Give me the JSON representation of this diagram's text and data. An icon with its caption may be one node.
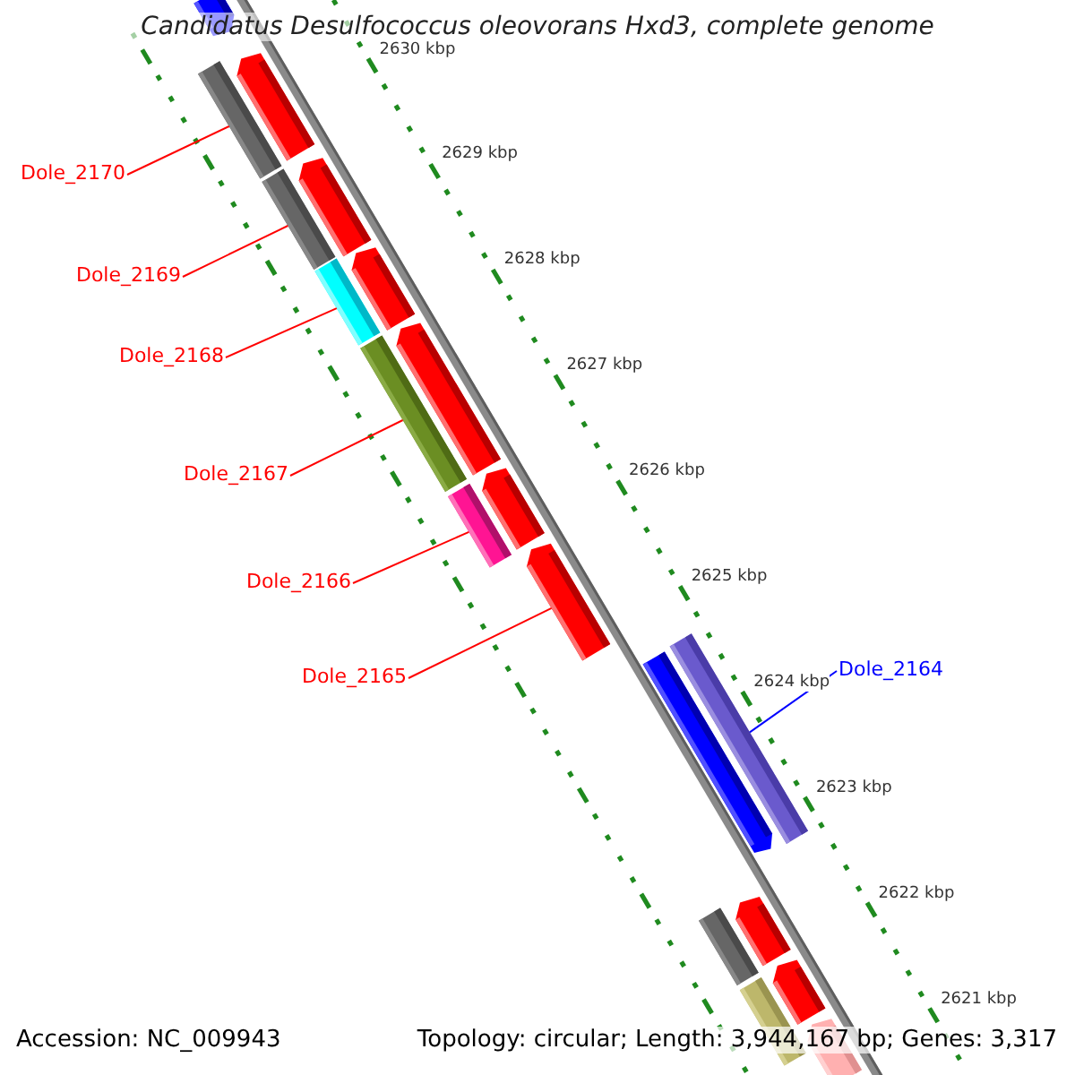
{
  "diagram": {
    "title": "Candidatus Desulfococcus oleovorans Hxd3, complete genome",
    "nodes": [
      {
        "text": [
          "Dole_2170"
        ]
      },
      {
        "text": [
          "Dole_2169"
        ]
      },
      {
        "text": [
          "Dole_2168"
        ]
      },
      {
        "text": [
          "Dole_2167"
        ]
      },
      {
        "text": [
          "Dole_2166"
        ]
      },
      {
        "text": [
          "Dole_2165"
        ]
      },
      {
        "text": [
          "Dole_2164"
        ]
      },
      {
        "text": [],
        "shape": "bar"
      },
      {
        "text": [],
        "shape": "bar"
      },
      {
        "text": [],
        "shape": "bar"
      },
      {
        "text": [],
        "shape": "bar"
      },
      {
        "text": [],
        "shape": "bar"
      },
      {
        "text": [],
        "shape": "arrow"
      },
      {
        "text": [],
        "shape": "bar"
      }
    ],
    "edges": [
      {
        "from": 0,
        "to": 7,
        "arrow": "none"
      },
      {
        "from": 1,
        "to": 8,
        "arrow": "none"
      },
      {
        "from": 2,
        "to": 9,
        "arrow": "none"
      },
      {
        "from": 3,
        "to": 10,
        "arrow": "none"
      },
      {
        "from": 4,
        "to": 11,
        "arrow": "none"
      },
      {
        "from": 5,
        "to": 12,
        "arrow": "none"
      },
      {
        "from": 6,
        "to": 13,
        "arrow": "none",
        "color": "#0000ff"
      }
    ],
    "labels": [
      "2630 kbp",
      "2629 kbp",
      "2628 kbp",
      "2627 kbp",
      "2626 kbp",
      "2625 kbp",
      "2624 kbp",
      "2623 kbp",
      "2622 kbp",
      "2621 kbp",
      "Accession: NC_009943",
      "Topology: circular; Length: 3,944,167 bp; Genes: 3,317"
    ]
  }
}
